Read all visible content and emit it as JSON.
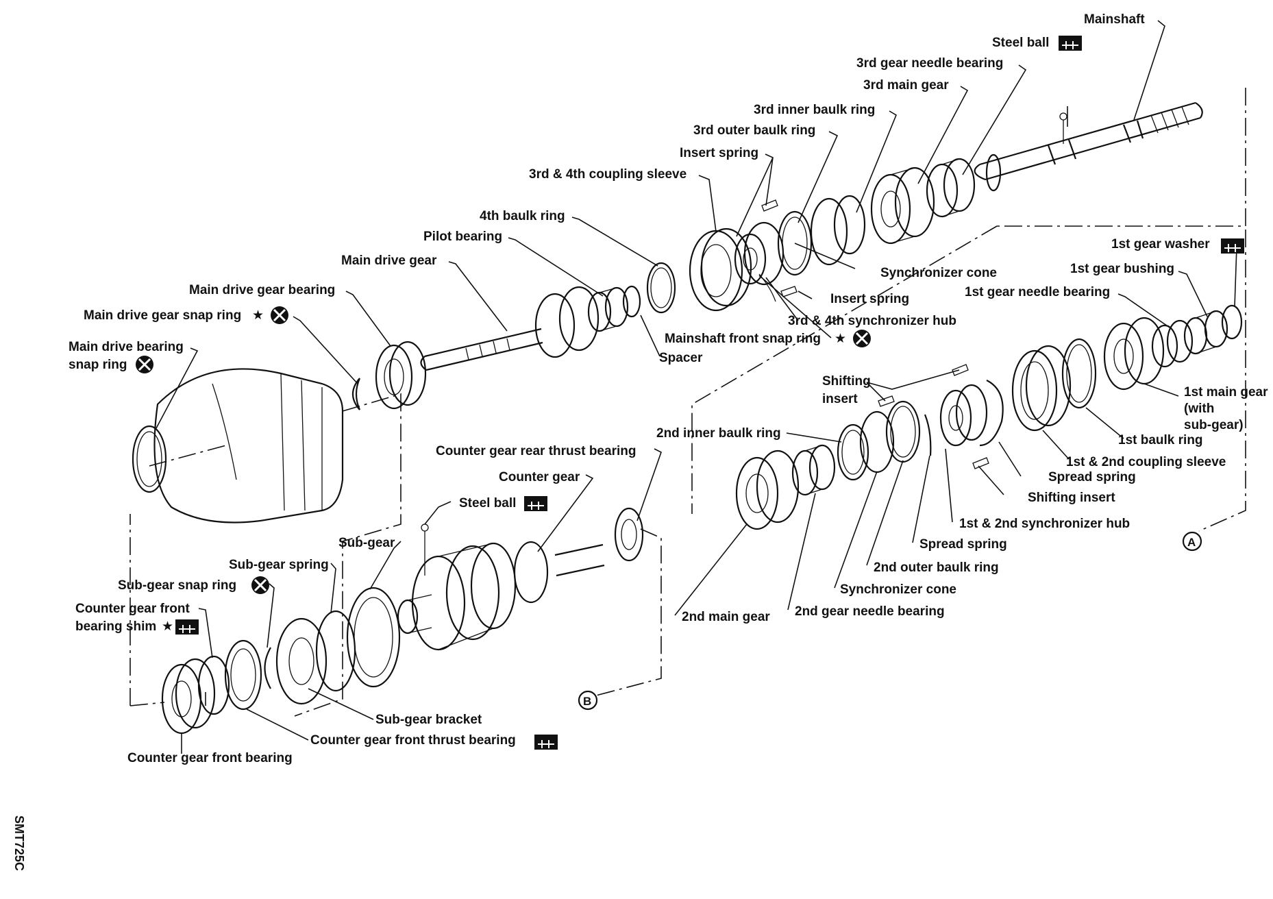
{
  "figure_code": "SMT725C",
  "labels": {
    "mainshaft": "Mainshaft",
    "steel_ball_top": "Steel ball",
    "gear3_needle_bearing": "3rd gear needle bearing",
    "gear3_main": "3rd main gear",
    "gear3_inner_baulk": "3rd inner baulk ring",
    "gear3_outer_baulk": "3rd outer baulk ring",
    "insert_spring_top": "Insert spring",
    "coupling_sleeve_34": "3rd & 4th coupling sleeve",
    "baulk_ring_4th": "4th baulk ring",
    "pilot_bearing": "Pilot bearing",
    "main_drive_gear": "Main drive gear",
    "main_drive_gear_bearing": "Main drive gear bearing",
    "main_drive_gear_snap_ring": "Main drive gear snap ring",
    "main_drive_bearing_snap_ring_1": "Main drive bearing",
    "main_drive_bearing_snap_ring_2": "snap ring",
    "synchronizer_cone_top": "Synchronizer cone",
    "insert_spring_mid": "Insert spring",
    "sync_hub_34": "3rd & 4th synchronizer hub",
    "mainshaft_front_snap_ring": "Mainshaft front snap ring",
    "spacer": "Spacer",
    "gear1_washer": "1st gear washer",
    "gear1_bushing": "1st gear bushing",
    "gear1_needle_bearing": "1st gear needle bearing",
    "shifting_insert_top_1": "Shifting",
    "shifting_insert_top_2": "insert",
    "gear1_main_1": "1st main gear",
    "gear1_main_2": "(with",
    "gear1_main_3": "sub-gear)",
    "baulk_ring_1st": "1st baulk ring",
    "coupling_sleeve_12": "1st & 2nd coupling sleeve",
    "inner_baulk_2nd": "2nd inner baulk ring",
    "spread_spring_right": "Spread spring",
    "shifting_insert_bottom": "Shifting insert",
    "sync_hub_12": "1st & 2nd synchronizer hub",
    "spread_spring_left": "Spread spring",
    "outer_baulk_2nd": "2nd outer baulk ring",
    "synchronizer_cone_bottom": "Synchronizer cone",
    "needle_bearing_2nd": "2nd gear needle bearing",
    "main_gear_2nd": "2nd main gear",
    "counter_rear_thrust": "Counter gear rear thrust bearing",
    "counter_gear": "Counter gear",
    "steel_ball_bottom": "Steel ball",
    "sub_gear": "Sub-gear",
    "sub_gear_spring": "Sub-gear spring",
    "sub_gear_snap_ring": "Sub-gear snap ring",
    "counter_front_shim_1": "Counter gear front",
    "counter_front_shim_2": "bearing shim",
    "sub_gear_bracket": "Sub-gear bracket",
    "counter_front_thrust": "Counter gear front thrust bearing",
    "counter_front_bearing": "Counter gear front bearing",
    "marker_a": "A",
    "marker_b": "B",
    "star": "★"
  },
  "symbols": [
    "do-not-reuse-icon",
    "selective-part-icon",
    "star-mark"
  ]
}
